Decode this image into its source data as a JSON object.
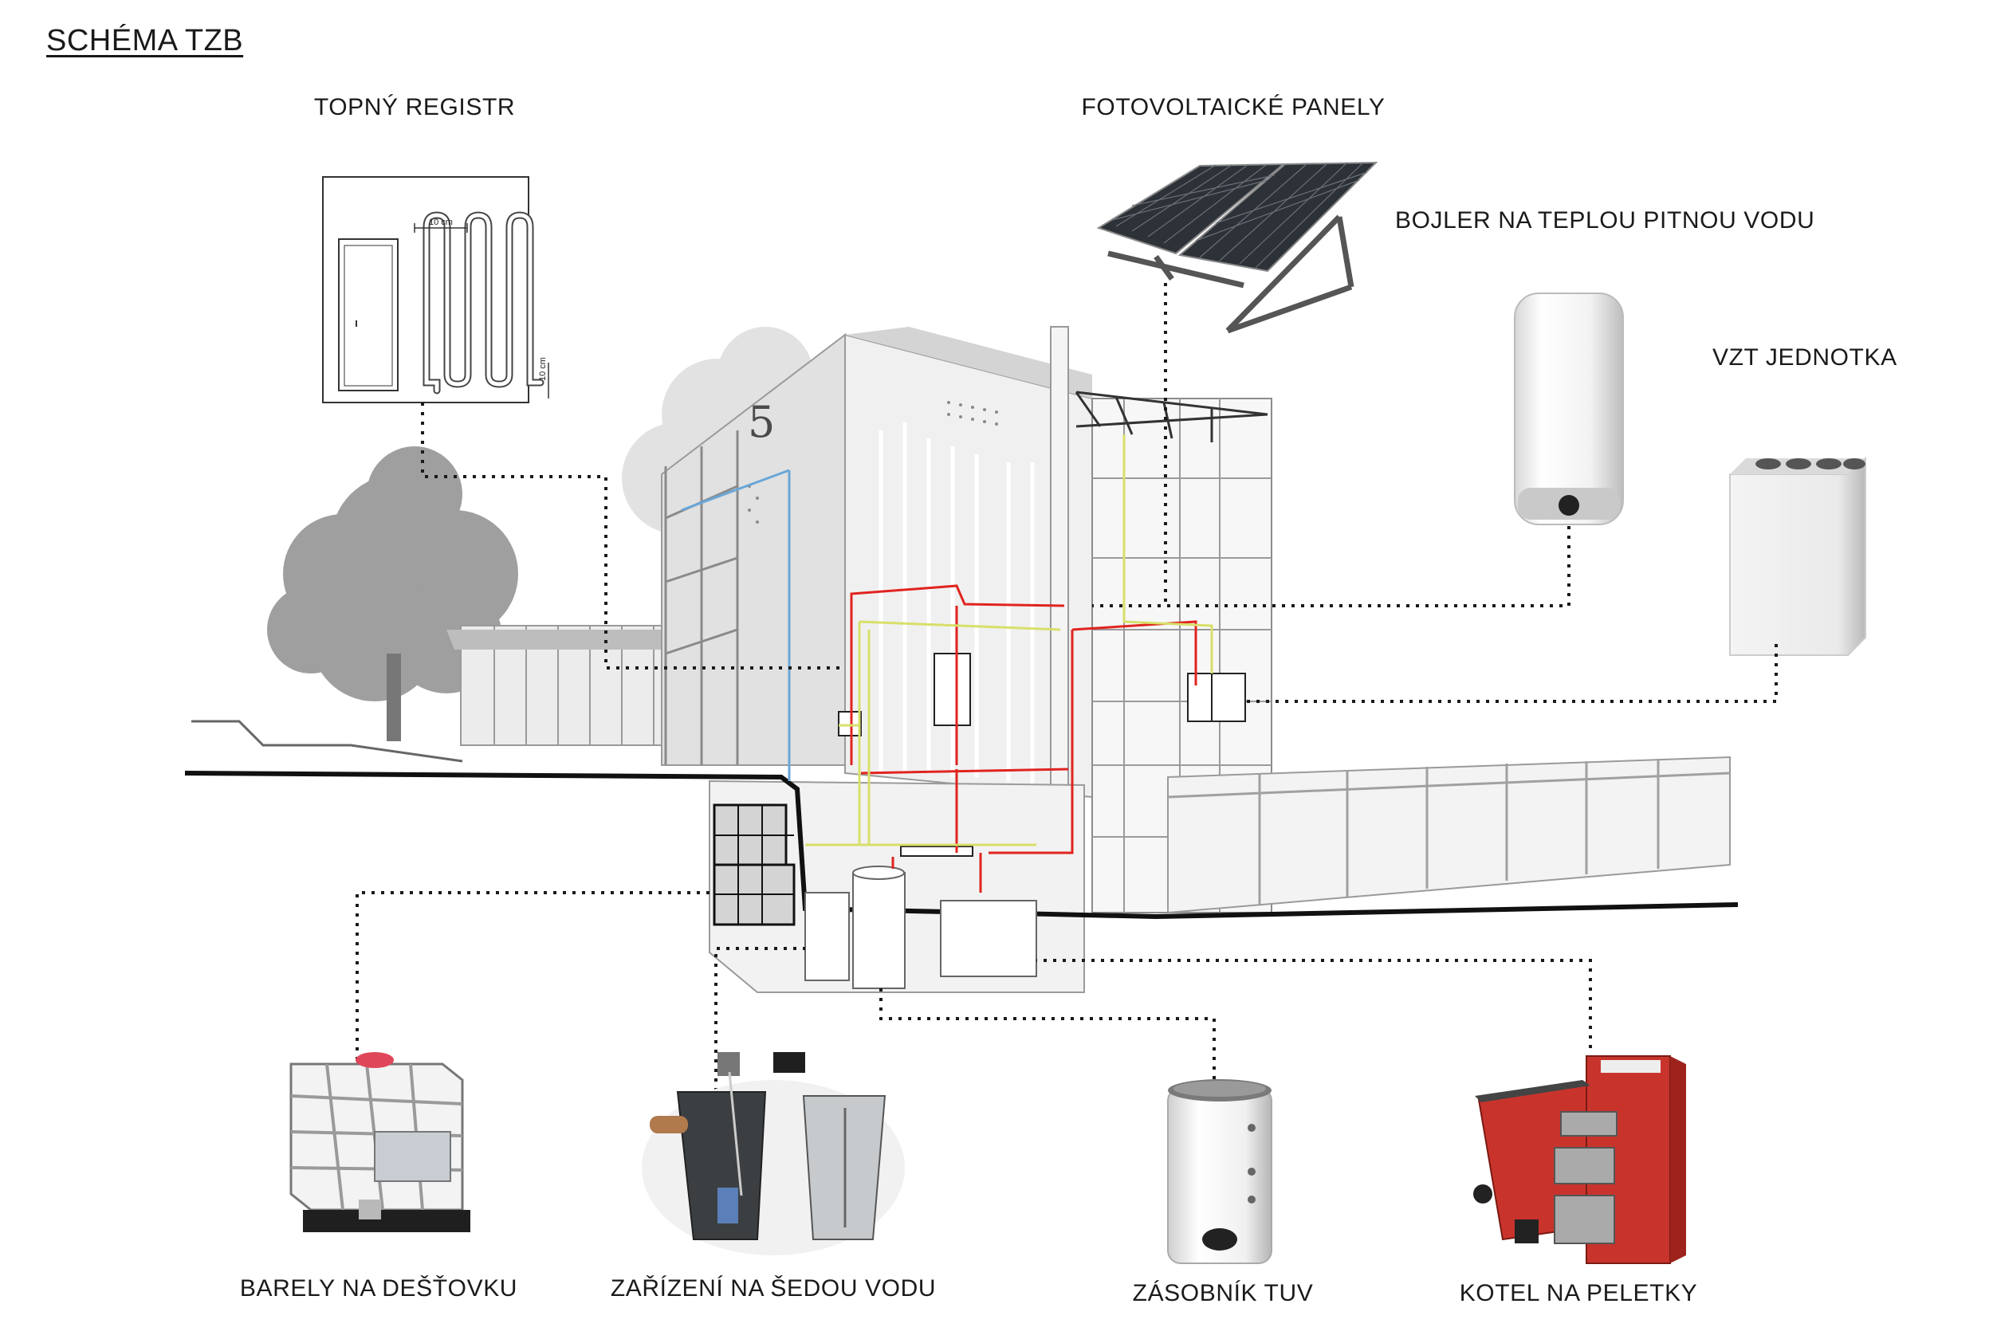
{
  "title": "SCHÉMA TZB",
  "labels": {
    "heating_register": "TOPNÝ REGISTR",
    "pv_panels": "FOTOVOLTAICKÉ PANELY",
    "boiler": "BOJLER NA TEPLOU PITNOU VODU",
    "hrv_unit": "VZT JEDNOTKA",
    "rain_barrels": "BARELY NA DEŠŤOVKU",
    "greywater": "ZAŘÍZENÍ NA ŠEDOU VODU",
    "dhw_tank": "ZÁSOBNÍK TUV",
    "pellet_boiler": "KOTEL NA PELETKY"
  },
  "register_dims": {
    "spacing": "10 cm",
    "bottom": "10 cm"
  },
  "building_number": "5",
  "colors": {
    "heating_pipe": "#e0241f",
    "solar_pipe": "#d8df6a",
    "water_pipe": "#6aa6d8",
    "boiler_red": "#c8342c",
    "leader_line": "#1a1a1a"
  }
}
